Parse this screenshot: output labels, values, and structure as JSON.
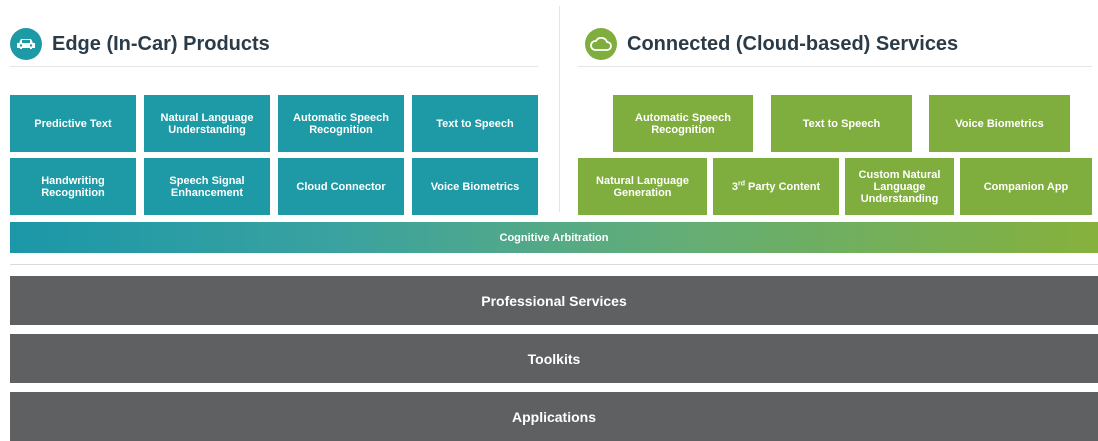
{
  "edge": {
    "title": "Edge (In-Car) Products",
    "icon": "car-icon",
    "color": "#1e9aa6",
    "tiles_row1": [
      "Predictive Text",
      "Natural Language Understanding",
      "Automatic Speech Recognition",
      "Text to Speech"
    ],
    "tiles_row2": [
      "Handwriting Recognition",
      "Speech Signal Enhancement",
      "Cloud Connector",
      "Voice Biometrics"
    ]
  },
  "cloud": {
    "title": "Connected (Cloud-based) Services",
    "icon": "cloud-icon",
    "color": "#7fae3e",
    "tiles_row1": [
      "Automatic Speech Recognition",
      "Text to Speech",
      "Voice Biometrics"
    ],
    "tiles_row2": [
      "Natural Language Generation",
      "3rd Party Content",
      "Custom Natural Language Understanding",
      "Companion App"
    ]
  },
  "arbitration": {
    "label": "Cognitive Arbitration"
  },
  "bars": [
    {
      "label": "Professional Services"
    },
    {
      "label": "Toolkits"
    },
    {
      "label": "Applications"
    }
  ],
  "colors": {
    "bar_gray": "#5e6062",
    "title_text": "#2b3b47"
  }
}
